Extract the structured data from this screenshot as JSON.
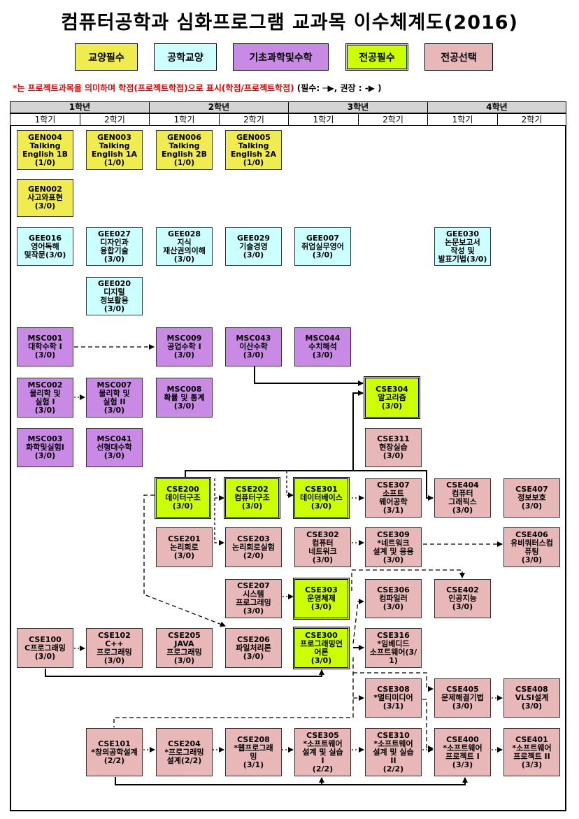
{
  "title": "컴퓨터공학과 심화프로그램 교과목 이수체계도(2016)",
  "legend": [
    {
      "label": "교양필수",
      "color": "#f0ec50"
    },
    {
      "label": "공학교양",
      "color": "#ccffff"
    },
    {
      "label": "기초과학및수학",
      "color": "#c98ae6"
    },
    {
      "label": "전공필수",
      "color": "#ccff00"
    },
    {
      "label": "전공선택",
      "color": "#e8b8b8"
    }
  ],
  "note": {
    "red": "*는 프로젝트과목을 의미하며 학점(프로젝트학점)으로 표시(학점/프로젝트학점)",
    "black": "(필수: ─▶, 권장 : -▶ )"
  },
  "years": [
    "1학년",
    "2학년",
    "3학년",
    "4학년"
  ],
  "semesters": [
    "1학기",
    "2학기",
    "1학기",
    "2학기",
    "1학기",
    "2학기",
    "1학기",
    "2학기"
  ],
  "courses": [
    {
      "code": "GEN004",
      "desc": "Talking\nEnglish 1B\n(1/0)",
      "type": "gen"
    },
    {
      "code": "GEN003",
      "desc": "Talking\nEnglish 1A\n(1/0)",
      "type": "gen"
    },
    {
      "code": "GEN006",
      "desc": "Talking\nEnglish 2B\n(1/0)",
      "type": "gen"
    },
    {
      "code": "GEN005",
      "desc": "Talking\nEnglish 2A\n(1/0)",
      "type": "gen"
    },
    {
      "code": "GEN002",
      "desc": "사고와표현\n(3/0)",
      "type": "gen"
    },
    {
      "code": "GEE016",
      "desc": "영어독해\n및작문(3/0)",
      "type": "gee"
    },
    {
      "code": "GEE027",
      "desc": "디자인과\n융합기술\n(3/0)",
      "type": "gee"
    },
    {
      "code": "GEE028",
      "desc": "지식\n재산권의이해\n(3/0)",
      "type": "gee"
    },
    {
      "code": "GEE029",
      "desc": "기술경영\n(3/0)",
      "type": "gee"
    },
    {
      "code": "GEE007",
      "desc": "취업실무영어\n(3/0)",
      "type": "gee"
    },
    {
      "code": "GEE030",
      "desc": "논문보고서\n작성 및\n발표기법(3/0)",
      "type": "gee"
    },
    {
      "code": "GEE020",
      "desc": "디지털\n정보활용\n(3/0)",
      "type": "gee"
    },
    {
      "code": "MSC001",
      "desc": "대학수학 I\n(3/0)",
      "type": "msc"
    },
    {
      "code": "MSC009",
      "desc": "공업수학 I\n(3/0)",
      "type": "msc"
    },
    {
      "code": "MSC043",
      "desc": "이산수학\n(3/0)",
      "type": "msc"
    },
    {
      "code": "MSC044",
      "desc": "수치해석\n(3/0)",
      "type": "msc"
    },
    {
      "code": "MSC002",
      "desc": "물리학 및\n실험 I\n(3/0)",
      "type": "msc"
    },
    {
      "code": "MSC007",
      "desc": "물리학 및\n실험 II\n(3/0)",
      "type": "msc"
    },
    {
      "code": "MSC008",
      "desc": "확률 및 통계\n(3/0)",
      "type": "msc"
    },
    {
      "code": "CSE304",
      "desc": "알고리즘\n(3/0)",
      "type": "major"
    },
    {
      "code": "MSC003",
      "desc": "화학및실험I\n(3/0)",
      "type": "msc"
    },
    {
      "code": "MSC041",
      "desc": "선형대수학\n(3/0)",
      "type": "msc"
    },
    {
      "code": "CSE311",
      "desc": "현장실습\n(3/0)",
      "type": "elec"
    },
    {
      "code": "CSE200",
      "desc": "데이터구조\n(3/0)",
      "type": "major"
    },
    {
      "code": "CSE202",
      "desc": "컴퓨터구조\n(3/0)",
      "type": "major"
    },
    {
      "code": "CSE301",
      "desc": "데이터베이스\n(3/0)",
      "type": "major"
    },
    {
      "code": "CSE307",
      "desc": "소프트\n웨어공학\n(3/1)",
      "type": "elec"
    },
    {
      "code": "CSE404",
      "desc": "컴퓨터\n그래픽스\n(3/0)",
      "type": "elec"
    },
    {
      "code": "CSE407",
      "desc": "정보보호\n(3/0)",
      "type": "elec"
    },
    {
      "code": "CSE201",
      "desc": "논리회로\n(3/0)",
      "type": "elec"
    },
    {
      "code": "CSE203",
      "desc": "논리회로실험\n(2/0)",
      "type": "elec"
    },
    {
      "code": "CSE302",
      "desc": "컴퓨터\n네트워크\n(3/0)",
      "type": "elec"
    },
    {
      "code": "CSE309",
      "desc": "*네트워크\n설계 및 응용\n(3/0)",
      "type": "elec"
    },
    {
      "code": "CSE406",
      "desc": "유비쿼터스컴\n퓨팅\n(3/0)",
      "type": "elec"
    },
    {
      "code": "CSE207",
      "desc": "시스템\n프로그래밍\n(3/0)",
      "type": "elec"
    },
    {
      "code": "CSE303",
      "desc": "운영체제\n(3/0)",
      "type": "major"
    },
    {
      "code": "CSE306",
      "desc": "컴파일러\n(3/0)",
      "type": "elec"
    },
    {
      "code": "CSE402",
      "desc": "인공지능\n(3/0)",
      "type": "elec"
    },
    {
      "code": "CSE100",
      "desc": "C프로그래밍\n(3/0)",
      "type": "elec"
    },
    {
      "code": "CSE102",
      "desc": "C++\n프로그래밍\n(3/0)",
      "type": "elec"
    },
    {
      "code": "CSE205",
      "desc": "JAVA\n프로그래밍\n(3/0)",
      "type": "elec"
    },
    {
      "code": "CSE206",
      "desc": "파일처리론\n(3/0)",
      "type": "elec"
    },
    {
      "code": "CSE300",
      "desc": "프로그래밍언\n어론\n(3/0)",
      "type": "major"
    },
    {
      "code": "CSE316",
      "desc": "*임베디드\n소프트웨어(3/\n1)",
      "type": "elec"
    },
    {
      "code": "CSE308",
      "desc": "*멀티미디어\n(3/1)",
      "type": "elec"
    },
    {
      "code": "CSE405",
      "desc": "문제해결기법\n(3/0)",
      "type": "elec"
    },
    {
      "code": "CSE408",
      "desc": "VLSI설계\n(3/0)",
      "type": "elec"
    },
    {
      "code": "CSE101",
      "desc": "*창의공학설계\n(2/2)",
      "type": "elec"
    },
    {
      "code": "CSE204",
      "desc": "*프로그래밍\n설계(2/2)",
      "type": "elec"
    },
    {
      "code": "CSE208",
      "desc": "*웹프로그래\n밍\n(3/1)",
      "type": "elec"
    },
    {
      "code": "CSE305",
      "desc": "*소프트웨어\n설계 및 실습\nI\n(2/2)",
      "type": "elec"
    },
    {
      "code": "CSE310",
      "desc": "*소프트웨어\n설계 및 실습\nII\n(2/2)",
      "type": "elec"
    },
    {
      "code": "CSE400",
      "desc": "*소프트웨어\n프로젝트 I\n(3/3)",
      "type": "elec"
    },
    {
      "code": "CSE401",
      "desc": "*소프트웨어\n프로젝트 II\n(3/3)",
      "type": "elec"
    }
  ]
}
